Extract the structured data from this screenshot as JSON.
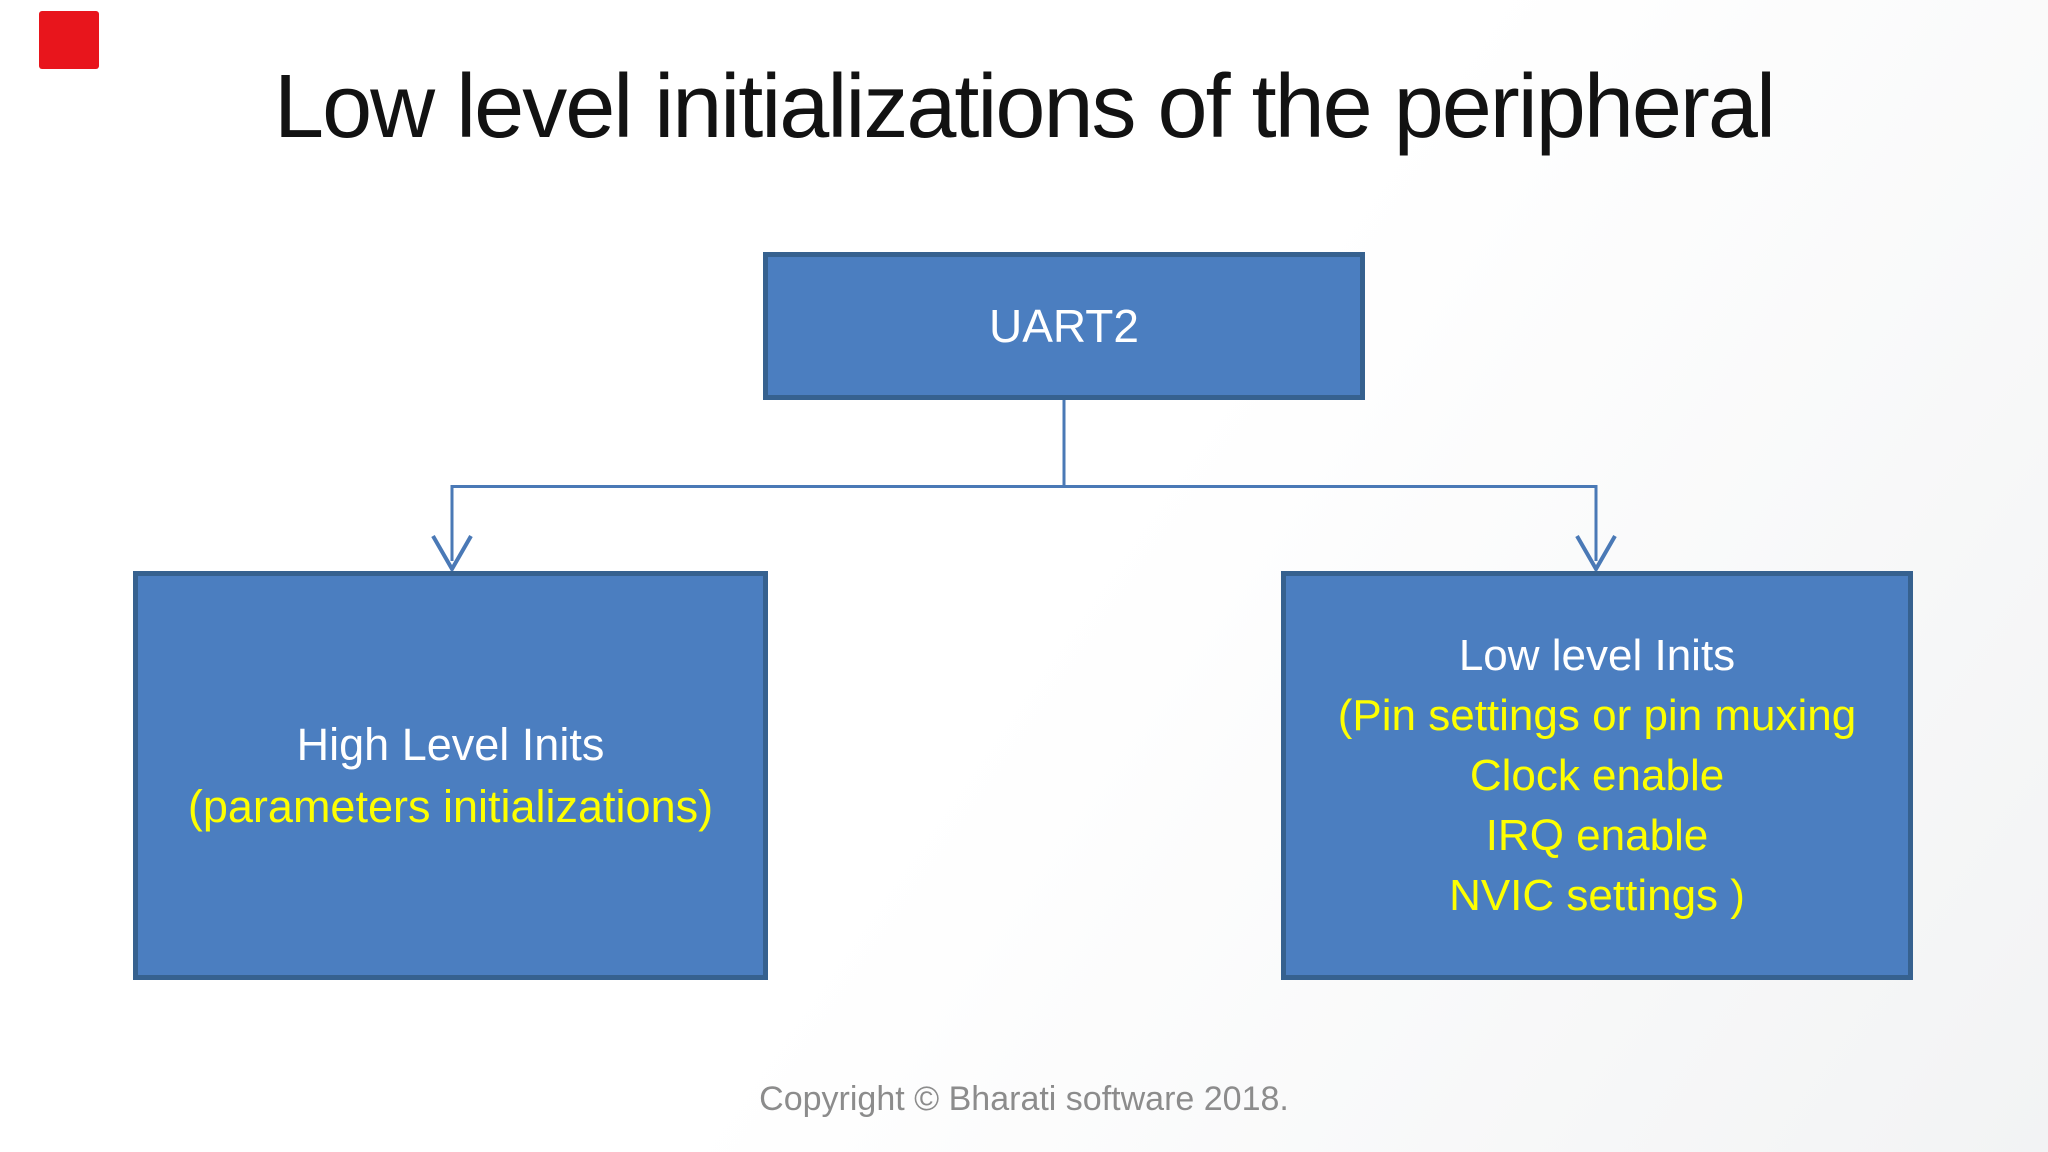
{
  "slide": {
    "title": "Low level initializations of the peripheral",
    "footer": "Copyright © Bharati software 2018."
  },
  "diagram": {
    "root": {
      "label": "UART2"
    },
    "children": [
      {
        "lines": [
          {
            "text": "High Level Inits",
            "color": "white"
          },
          {
            "text": "(parameters initializations)",
            "color": "yellow"
          }
        ]
      },
      {
        "lines": [
          {
            "text": "Low level Inits",
            "color": "white"
          },
          {
            "text": "(Pin settings or pin muxing",
            "color": "yellow"
          },
          {
            "text": "Clock enable",
            "color": "yellow"
          },
          {
            "text": "IRQ enable",
            "color": "yellow"
          },
          {
            "text": "NVIC settings )",
            "color": "yellow"
          }
        ]
      }
    ],
    "connector_style": "right-angle lines with open chevron arrowheads pointing down"
  },
  "icons": {
    "record_indicator": "red-square"
  },
  "colors": {
    "box_fill": "#4b7ec0",
    "box_border": "#36618f",
    "connector": "#4a79b6",
    "title_text": "#121212",
    "node_text_white": "#ffffff",
    "node_text_yellow": "#feff00",
    "footer_text": "#8c8c8c",
    "record_indicator": "#e8151c",
    "background_top": "#ffffff",
    "background_bottom": "#f2f3f4"
  }
}
